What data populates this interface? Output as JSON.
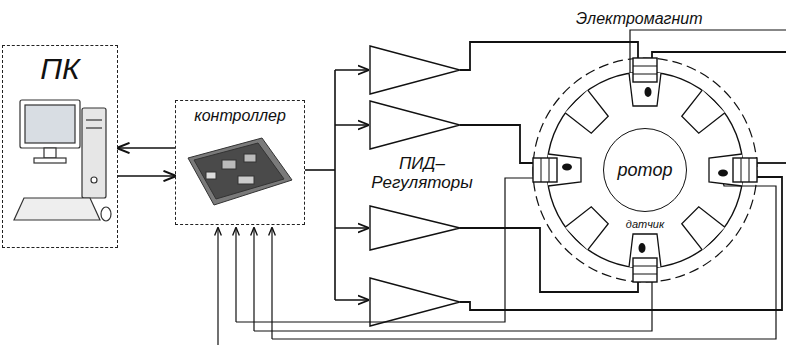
{
  "diagram": {
    "nodes": [
      {
        "text": [
          "ПК"
        ]
      },
      {
        "text": [
          "контроллер"
        ]
      },
      {
        "text": [
          "ротор"
        ]
      }
    ],
    "edges": [
      {
        "from": 1,
        "to": 0,
        "arrow": "to"
      },
      {
        "from": 0,
        "to": 1,
        "arrow": "to"
      }
    ],
    "labels": [
      "Электромагнит",
      "ПИД– Регуляторы",
      "датчик"
    ]
  }
}
